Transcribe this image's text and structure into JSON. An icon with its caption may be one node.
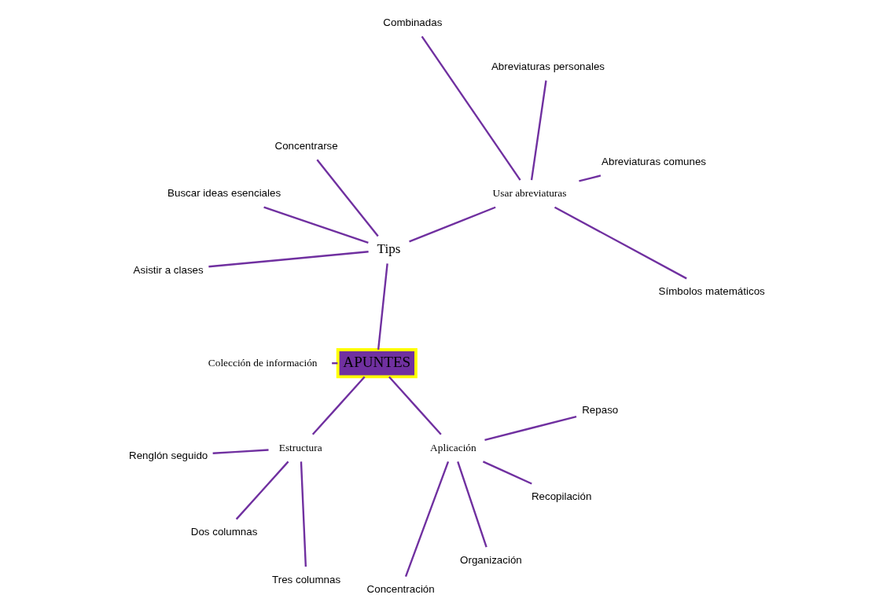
{
  "diagram": {
    "nodes": [
      {
        "text": [
          "APUNTES"
        ]
      },
      {
        "text": [
          "Tips"
        ]
      },
      {
        "text": [
          "Colección de información"
        ]
      },
      {
        "text": [
          "Usar abreviaturas"
        ]
      },
      {
        "text": [
          "Estructura"
        ]
      },
      {
        "text": [
          "Aplicación"
        ]
      },
      {
        "text": [
          "Concentrarse"
        ]
      },
      {
        "text": [
          "Buscar ideas esenciales"
        ]
      },
      {
        "text": [
          "Asistir a clases"
        ]
      },
      {
        "text": [
          "Símbolos matemáticos"
        ]
      },
      {
        "text": [
          "Abreviaturas comunes"
        ]
      },
      {
        "text": [
          "Abreviaturas personales"
        ]
      },
      {
        "text": [
          "Combinadas"
        ]
      },
      {
        "text": [
          "Renglón seguido"
        ]
      },
      {
        "text": [
          "Dos columnas"
        ]
      },
      {
        "text": [
          "Tres columnas"
        ]
      },
      {
        "text": [
          "Concentración"
        ]
      },
      {
        "text": [
          "Organización"
        ]
      },
      {
        "text": [
          "Recopilación"
        ]
      },
      {
        "text": [
          "Repaso"
        ]
      }
    ],
    "edges": [
      {
        "from": 0,
        "to": 1,
        "arrow": "none"
      },
      {
        "from": 0,
        "to": 2,
        "arrow": "none"
      },
      {
        "from": 1,
        "to": 3,
        "arrow": "none"
      },
      {
        "from": 0,
        "to": 4,
        "arrow": "none"
      },
      {
        "from": 0,
        "to": 5,
        "arrow": "none"
      },
      {
        "from": 1,
        "to": 6,
        "arrow": "none"
      },
      {
        "from": 1,
        "to": 7,
        "arrow": "none"
      },
      {
        "from": 1,
        "to": 8,
        "arrow": "none"
      },
      {
        "from": 3,
        "to": 9,
        "arrow": "none"
      },
      {
        "from": 3,
        "to": 10,
        "arrow": "none"
      },
      {
        "from": 3,
        "to": 11,
        "arrow": "none"
      },
      {
        "from": 3,
        "to": 12,
        "arrow": "none"
      },
      {
        "from": 4,
        "to": 13,
        "arrow": "none"
      },
      {
        "from": 4,
        "to": 14,
        "arrow": "none"
      },
      {
        "from": 4,
        "to": 15,
        "arrow": "none"
      },
      {
        "from": 5,
        "to": 16,
        "arrow": "none"
      },
      {
        "from": 5,
        "to": 17,
        "arrow": "none"
      },
      {
        "from": 5,
        "to": 18,
        "arrow": "none"
      },
      {
        "from": 5,
        "to": 19,
        "arrow": "none"
      }
    ]
  }
}
